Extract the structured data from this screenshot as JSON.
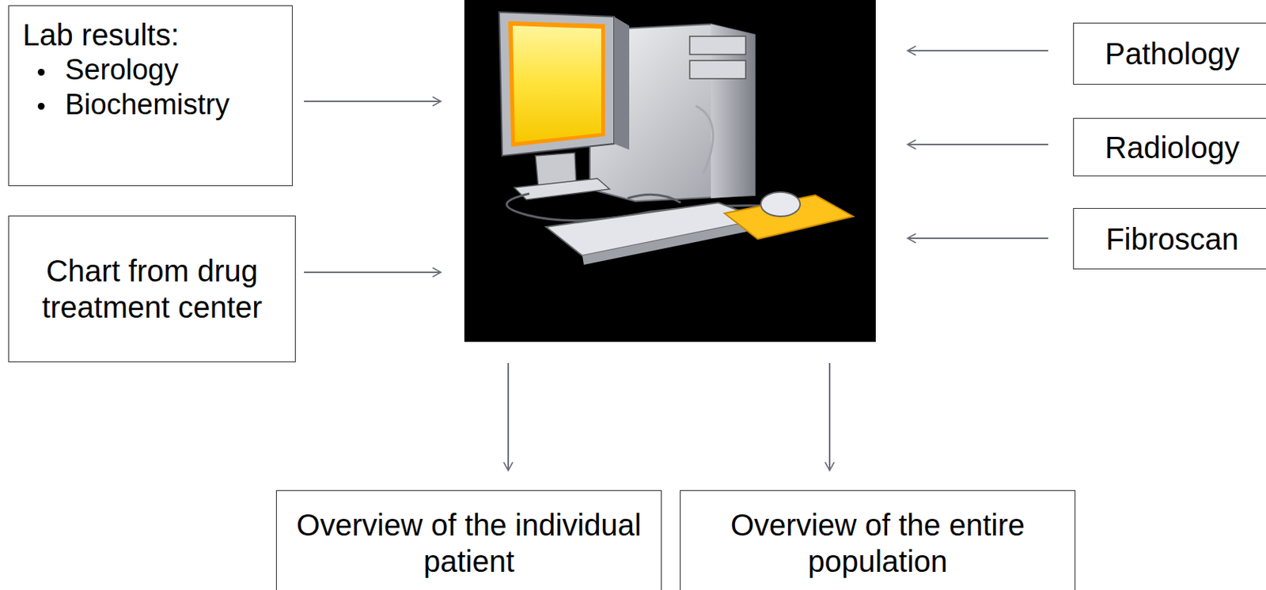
{
  "diagram": {
    "nodes": [
      {
        "text": [
          "Lab results:",
          "Serology",
          "Biochemistry"
        ]
      },
      {
        "text": [
          "Chart from drug treatment center"
        ]
      },
      {
        "text": [
          "Pathology"
        ]
      },
      {
        "text": [
          "Radiology"
        ]
      },
      {
        "text": [
          "Fibroscan"
        ]
      },
      {
        "text": [
          "Overview of the individual patient"
        ]
      },
      {
        "text": [
          "Overview of the entire population"
        ]
      }
    ]
  }
}
